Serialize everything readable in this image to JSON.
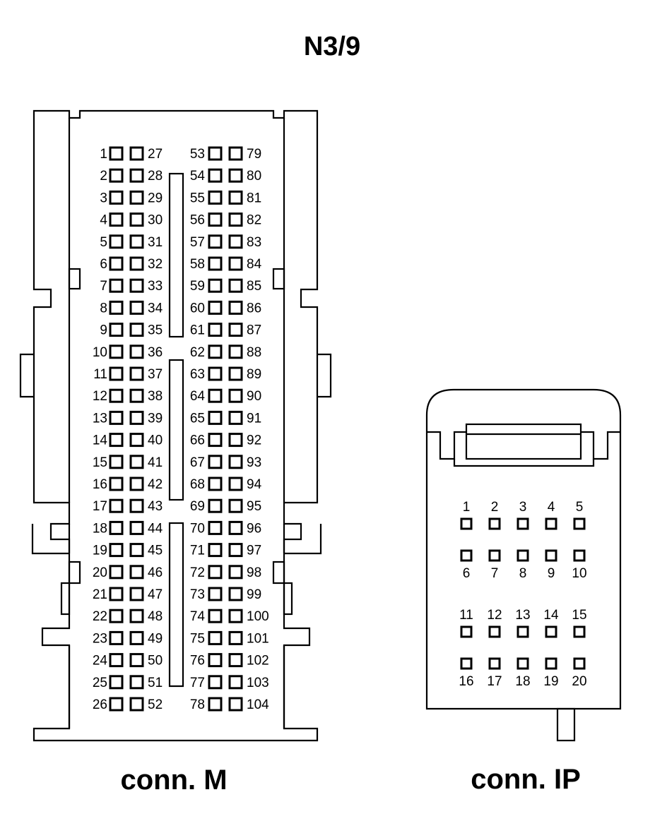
{
  "title": "N3/9",
  "conn_m": {
    "label": "conn. M",
    "pins_col_a": [
      "1",
      "2",
      "3",
      "4",
      "5",
      "6",
      "7",
      "8",
      "9",
      "10",
      "11",
      "12",
      "13",
      "14",
      "15",
      "16",
      "17",
      "18",
      "19",
      "20",
      "21",
      "22",
      "23",
      "24",
      "25",
      "26"
    ],
    "pins_col_b": [
      "27",
      "28",
      "29",
      "30",
      "31",
      "32",
      "33",
      "34",
      "35",
      "36",
      "37",
      "38",
      "39",
      "40",
      "41",
      "42",
      "43",
      "44",
      "45",
      "46",
      "47",
      "48",
      "49",
      "50",
      "51",
      "52"
    ],
    "pins_col_c": [
      "53",
      "54",
      "55",
      "56",
      "57",
      "58",
      "59",
      "60",
      "61",
      "62",
      "63",
      "64",
      "65",
      "66",
      "67",
      "68",
      "69",
      "70",
      "71",
      "72",
      "73",
      "74",
      "75",
      "76",
      "77",
      "78"
    ],
    "pins_col_d": [
      "79",
      "80",
      "81",
      "82",
      "83",
      "84",
      "85",
      "86",
      "87",
      "88",
      "89",
      "90",
      "91",
      "92",
      "93",
      "94",
      "95",
      "96",
      "97",
      "98",
      "99",
      "100",
      "101",
      "102",
      "103",
      "104"
    ]
  },
  "conn_ip": {
    "label": "conn. IP",
    "rows": [
      {
        "labels": [
          "1",
          "2",
          "3",
          "4",
          "5"
        ],
        "label_pos": "above"
      },
      {
        "labels": [
          "6",
          "7",
          "8",
          "9",
          "10"
        ],
        "label_pos": "below"
      },
      {
        "labels": [
          "11",
          "12",
          "13",
          "14",
          "15"
        ],
        "label_pos": "above"
      },
      {
        "labels": [
          "16",
          "17",
          "18",
          "19",
          "20"
        ],
        "label_pos": "below"
      }
    ]
  }
}
